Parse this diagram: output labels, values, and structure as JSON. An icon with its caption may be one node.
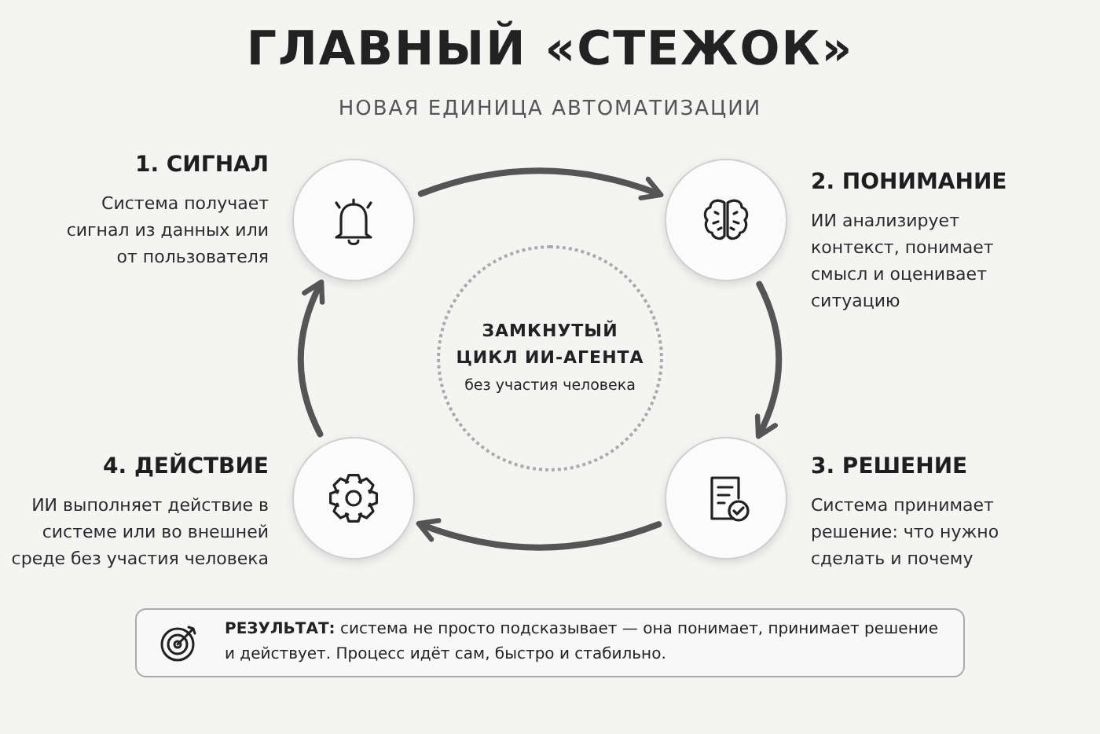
{
  "diagram": {
    "title": "ГЛАВНЫЙ «СТЕЖОК»",
    "nodes": [
      {
        "text": [
          "1. СИГНАЛ",
          "Система получает сигнал из данных или от пользователя"
        ]
      },
      {
        "text": [
          "2. ПОНИМАНИЕ",
          "ИИ анализирует контекст, понимает смысл и оценивает ситуацию"
        ]
      },
      {
        "text": [
          "3. РЕШЕНИЕ",
          "Система принимает решение: что нужно сделать и почему"
        ]
      },
      {
        "text": [
          "4. ДЕЙСТВИЕ",
          "ИИ выполняет действие в системе или во внешней среде без участия человека"
        ]
      },
      {
        "text": [
          "ЗАМКНУТЫЙ ЦИКЛ ИИ-АГЕНТА",
          "без участия человека"
        ]
      },
      {
        "text": [
          "**РЕЗУЛЬТАТ:** система не просто подсказывает — она понимает, принимает решение и действует. Процесс идёт сам, быстро и стабильно."
        ]
      }
    ],
    "edges": [
      {
        "from": 0,
        "to": 1,
        "arrow": "to"
      },
      {
        "from": 1,
        "to": 2,
        "arrow": "to"
      },
      {
        "from": 2,
        "to": 3,
        "arrow": "to"
      },
      {
        "from": 3,
        "to": 0,
        "arrow": "to"
      }
    ],
    "labels": [
      "НОВАЯ ЕДИНИЦА АВТОМАТИЗАЦИИ"
    ]
  }
}
